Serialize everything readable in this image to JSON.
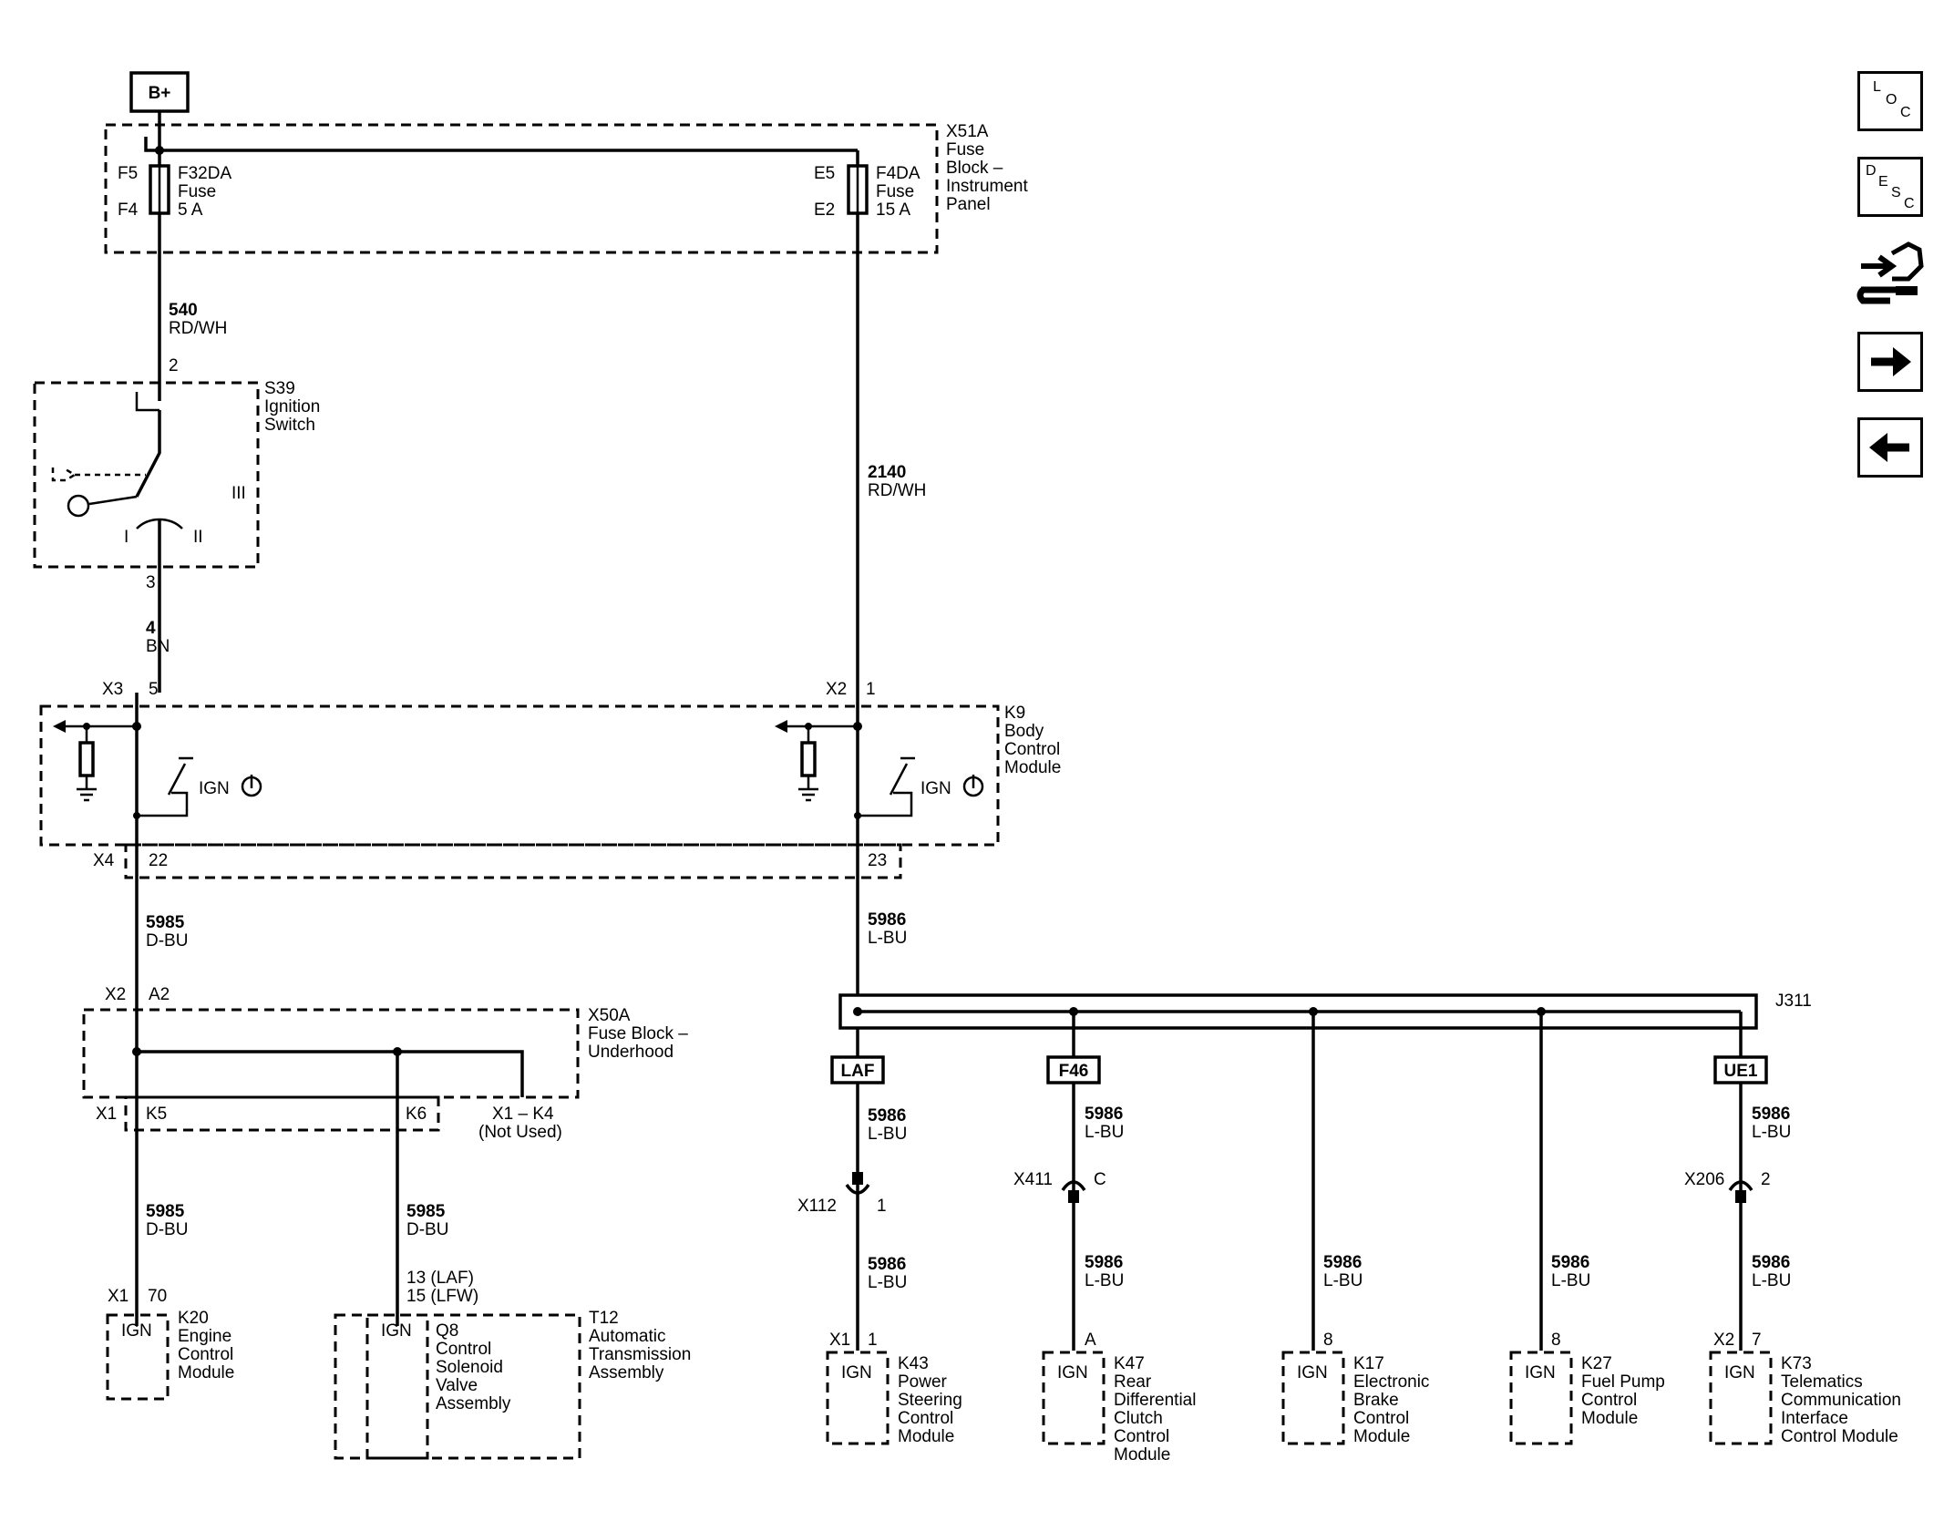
{
  "power": {
    "label": "B+"
  },
  "fuse_block_ip": {
    "name": "X51A",
    "title": [
      "Fuse",
      "Block –",
      "Instrument",
      "Panel"
    ]
  },
  "fuse_f32da": {
    "name": "F32DA",
    "lines": [
      "Fuse",
      "5 A"
    ],
    "pin_in": "F5",
    "pin_out": "F4"
  },
  "fuse_f4da": {
    "name": "F4DA",
    "lines": [
      "Fuse",
      "15 A"
    ],
    "pin_in": "E5",
    "pin_out": "E2"
  },
  "wire_540": {
    "circuit": "540",
    "color": "RD/WH"
  },
  "wire_2140": {
    "circuit": "2140",
    "color": "RD/WH"
  },
  "ignition_switch": {
    "name": "S39",
    "title": [
      "Ignition",
      "Switch"
    ],
    "pin_in": "2",
    "pin_out": "3",
    "positions": [
      "I",
      "II",
      "III"
    ]
  },
  "wire_4": {
    "circuit": "4",
    "color": "BN"
  },
  "bcm": {
    "name": "K9",
    "title": [
      "Body",
      "Control",
      "Module"
    ],
    "conn_left": "X3",
    "pin_left": "5",
    "conn_right": "X2",
    "pin_right": "1",
    "ign_label": "IGN",
    "out_conn": "X4",
    "out_pin_left": "22",
    "out_pin_right": "23"
  },
  "wire_5985_upper": {
    "circuit": "5985",
    "color": "D-BU"
  },
  "wire_5986_upper": {
    "circuit": "5986",
    "color": "L-BU"
  },
  "fuse_block_uh": {
    "name": "X50A",
    "title": [
      "Fuse Block –",
      "Underhood"
    ],
    "conn_in": "X2",
    "pin_in": "A2",
    "conn_out": "X1",
    "pin_k5": "K5",
    "pin_k6": "K6",
    "unused_pin": "X1 – K4",
    "unused_note": "(Not Used)"
  },
  "splice": {
    "name": "J311"
  },
  "options": [
    "LAF",
    "F46",
    "UE1"
  ],
  "wire_5985_k5": {
    "circuit": "5985",
    "color": "D-BU"
  },
  "wire_5985_k6": {
    "circuit": "5985",
    "color": "D-BU"
  },
  "tcm_pins": [
    "13 (LAF)",
    "15 (LFW)"
  ],
  "wire_5986": {
    "circuit": "5986",
    "color": "L-BU"
  },
  "inline_connectors": {
    "x112": {
      "name": "X112",
      "pin": "1"
    },
    "x411": {
      "name": "X411",
      "pin": "C"
    },
    "x206": {
      "name": "X206",
      "pin": "2"
    }
  },
  "modules": {
    "k20": {
      "name": "K20",
      "title": [
        "Engine",
        "Control",
        "Module"
      ],
      "conn": "X1",
      "pin": "70",
      "ign": "IGN"
    },
    "q8": {
      "name": "Q8",
      "title": [
        "Control",
        "Solenoid",
        "Valve",
        "Assembly"
      ],
      "ign": "IGN"
    },
    "t12": {
      "name": "T12",
      "title": [
        "Automatic",
        "Transmission",
        "Assembly"
      ]
    },
    "k43": {
      "name": "K43",
      "title": [
        "Power",
        "Steering",
        "Control",
        "Module"
      ],
      "conn": "X1",
      "pin": "1",
      "ign": "IGN"
    },
    "k47": {
      "name": "K47",
      "title": [
        "Rear",
        "Differential",
        "Clutch",
        "Control",
        "Module"
      ],
      "pin": "A",
      "ign": "IGN"
    },
    "k17": {
      "name": "K17",
      "title": [
        "Electronic",
        "Brake",
        "Control",
        "Module"
      ],
      "pin": "8",
      "ign": "IGN"
    },
    "k27": {
      "name": "K27",
      "title": [
        "Fuel Pump",
        "Control",
        "Module"
      ],
      "pin": "8",
      "ign": "IGN"
    },
    "k73": {
      "name": "K73",
      "title": [
        "Telematics",
        "Communication",
        "Interface",
        "Control Module"
      ],
      "conn": "X2",
      "pin": "7",
      "ign": "IGN"
    }
  },
  "nav": {
    "loc": [
      "L",
      "O",
      "C"
    ],
    "desc": [
      "D",
      "E",
      "S",
      "C"
    ],
    "connector_icon": "connector-hand-icon",
    "next_icon": "arrow-right-icon",
    "prev_icon": "arrow-left-icon"
  }
}
